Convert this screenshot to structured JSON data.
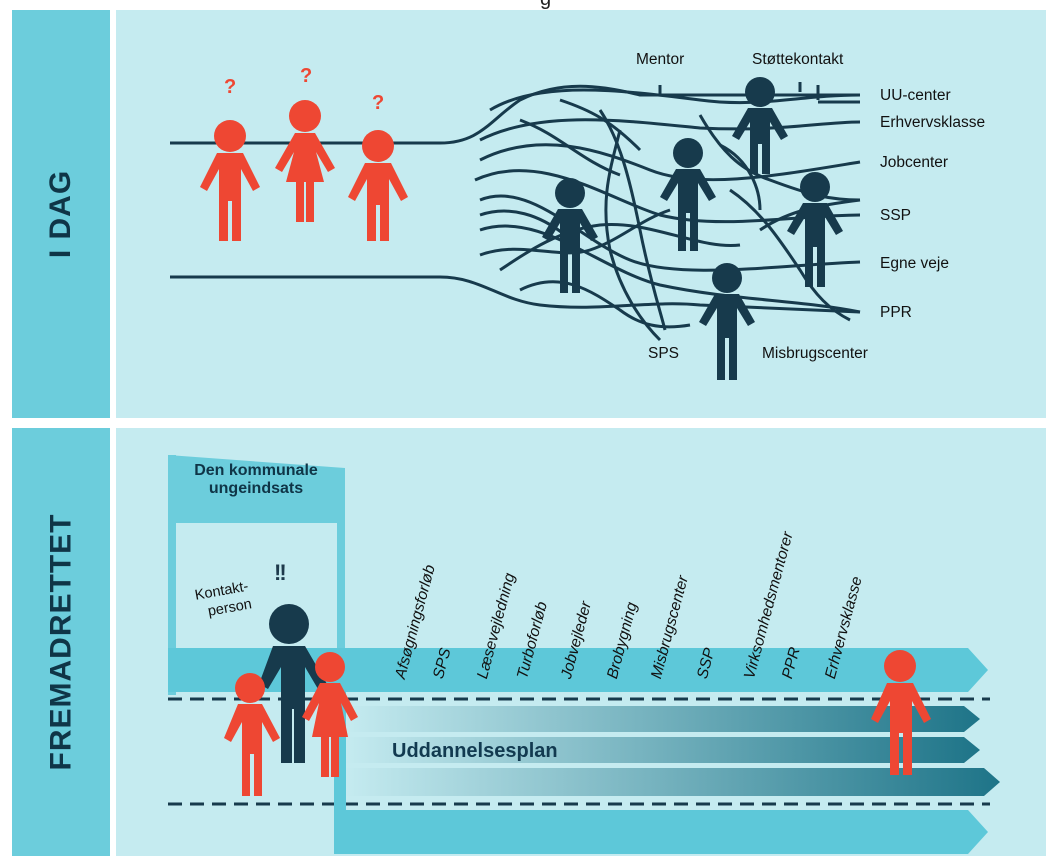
{
  "page": {
    "top_section_label": "I DAG",
    "bottom_section_label": "FREMADRETTET",
    "top_cut_text": "g"
  },
  "top": {
    "question_mark": "?",
    "services": {
      "mentor": "Mentor",
      "stottekontakt": "Støttekontakt",
      "uu_center": "UU-center",
      "erhvervsklasse": "Erhvervsklasse",
      "jobcenter": "Jobcenter",
      "ssp": "SSP",
      "egne_veje": "Egne veje",
      "ppr": "PPR",
      "sps": "SPS",
      "misbrugscenter": "Misbrugscenter"
    }
  },
  "bottom": {
    "box_title": "Den kommunale ungeindsats",
    "contact_line1": "Kontakt-",
    "contact_line2": "person",
    "exclaim": "!!",
    "plan_label": "Uddannelsesplan",
    "services": [
      "Afsøgningsforløb",
      "SPS",
      "Læsevejledning",
      "Turboforløb",
      "Jobvejleder",
      "Brobygning",
      "Misbrugscenter",
      "SSP",
      "Virksomhedsmentorer",
      "PPR",
      "Erhvervsklasse"
    ]
  },
  "colors": {
    "band": "#6ccddc",
    "panel": "#c5ebf0",
    "navy": "#173a4c",
    "red": "#ee4733",
    "arrow": "#5dc8d9",
    "dark_arrow": "#1e7488"
  }
}
